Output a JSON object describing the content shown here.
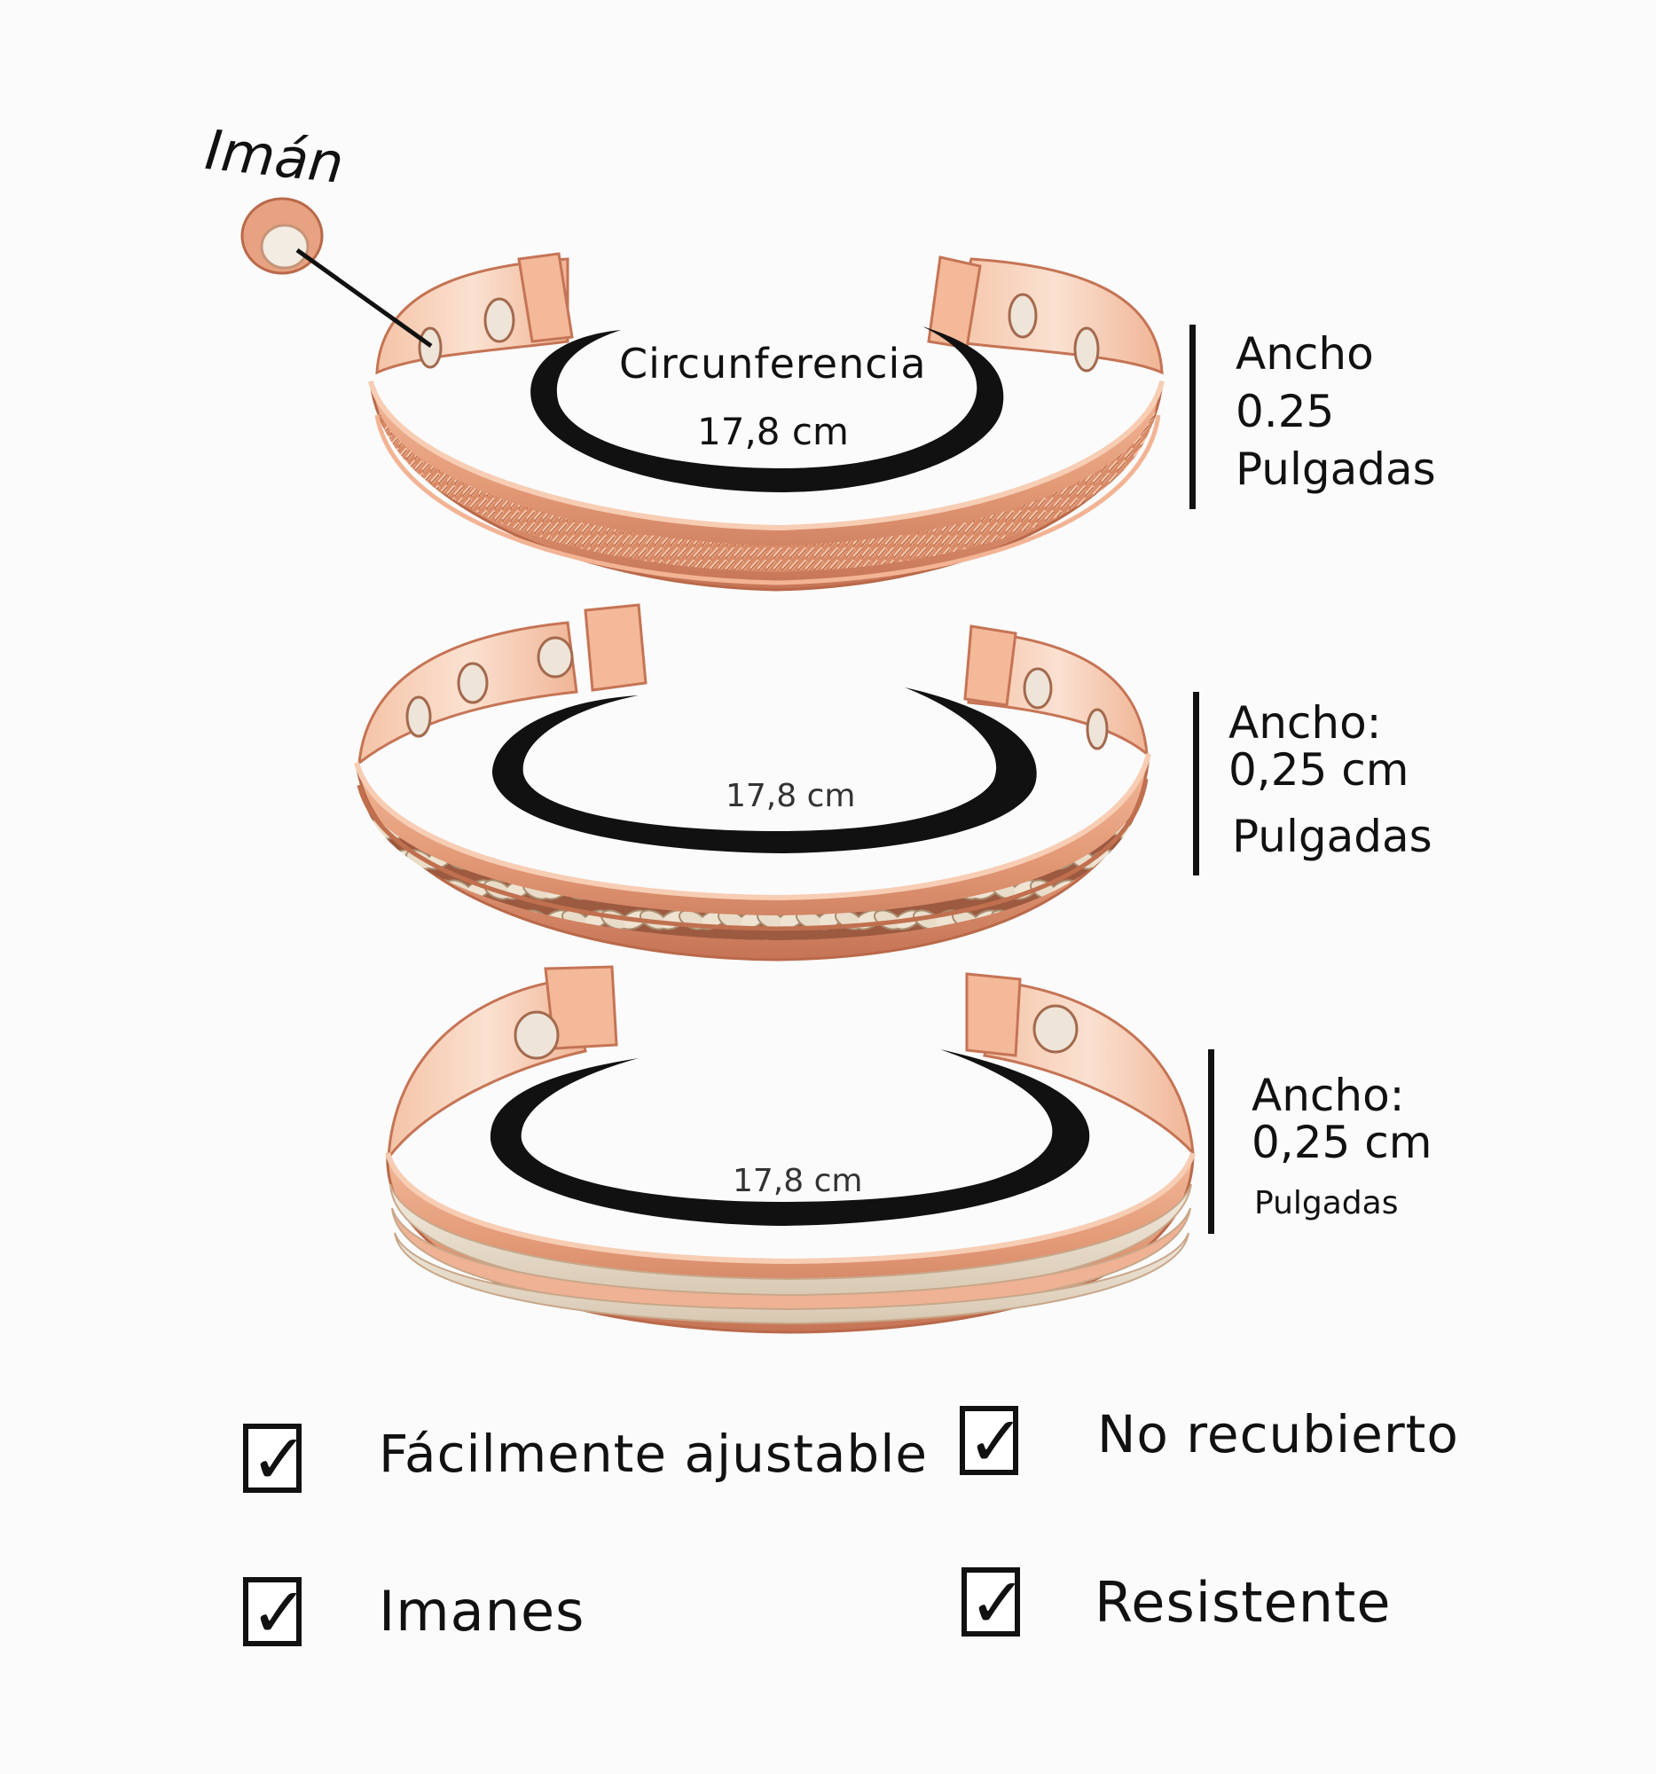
{
  "labels": {
    "magnet": "Imán",
    "circumference_title": "Circunferencia",
    "circumference_1": "17,8 cm",
    "circumference_2": "17,8 cm",
    "circumference_3": "17,8 cm"
  },
  "widths": [
    {
      "line1": "Ancho",
      "line2": "0.25",
      "line3": "Pulgadas"
    },
    {
      "line1": "Ancho:",
      "line2": "0,25 cm",
      "line3": "Pulgadas"
    },
    {
      "line1": "Ancho:",
      "line2": "0,25 cm",
      "line3": "Pulgadas"
    }
  ],
  "features": [
    {
      "label": "Fácilmente ajustable",
      "checked": true
    },
    {
      "label": "No recubierto",
      "checked": true
    },
    {
      "label": "Imanes",
      "checked": true
    },
    {
      "label": "Resistente",
      "checked": true
    }
  ],
  "colors": {
    "copper": "#e8a07e",
    "copper_dark": "#b9694a",
    "copper_light": "#f6c9ae",
    "silver": "#e6d9c6",
    "ink": "#111111",
    "background": "#fbfbfb"
  },
  "icons": {
    "checkbox": "check-mark-icon",
    "magnet": "magnet-icon"
  }
}
